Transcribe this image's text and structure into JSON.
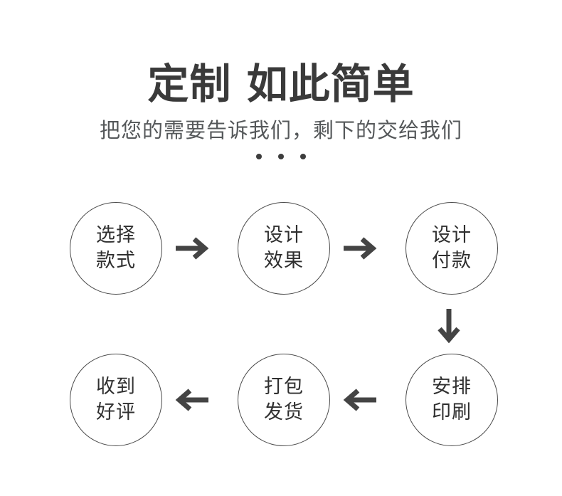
{
  "header": {
    "title": "定制 如此简单",
    "subtitle": "把您的需要告诉我们，剩下的交给我们",
    "separator_dots": 3
  },
  "colors": {
    "background": "#ffffff",
    "title_text": "#3a3a3a",
    "subtitle_text": "#55585a",
    "node_text": "#2f2f2f",
    "node_border": "#4a4a4a",
    "arrow": "#444444",
    "dot": "#3d3d3d"
  },
  "flow": {
    "steps": [
      {
        "index": 1,
        "line1": "选择",
        "line2": "款式",
        "label": "选择款式"
      },
      {
        "index": 2,
        "line1": "设计",
        "line2": "效果",
        "label": "设计效果"
      },
      {
        "index": 3,
        "line1": "设计",
        "line2": "付款",
        "label": "设计付款"
      },
      {
        "index": 4,
        "line1": "安排",
        "line2": "印刷",
        "label": "安排印刷"
      },
      {
        "index": 5,
        "line1": "打包",
        "line2": "发货",
        "label": "打包发货"
      },
      {
        "index": 6,
        "line1": "收到",
        "line2": "好评",
        "label": "收到好评"
      }
    ],
    "connectors": [
      {
        "from": "选择款式",
        "to": "设计效果",
        "direction": "right",
        "icon": "arrow-right-icon"
      },
      {
        "from": "设计效果",
        "to": "设计付款",
        "direction": "right",
        "icon": "arrow-right-icon"
      },
      {
        "from": "设计付款",
        "to": "安排印刷",
        "direction": "down",
        "icon": "arrow-down-icon"
      },
      {
        "from": "安排印刷",
        "to": "打包发货",
        "direction": "left",
        "icon": "arrow-left-icon"
      },
      {
        "from": "打包发货",
        "to": "收到好评",
        "direction": "left",
        "icon": "arrow-left-icon"
      }
    ]
  }
}
